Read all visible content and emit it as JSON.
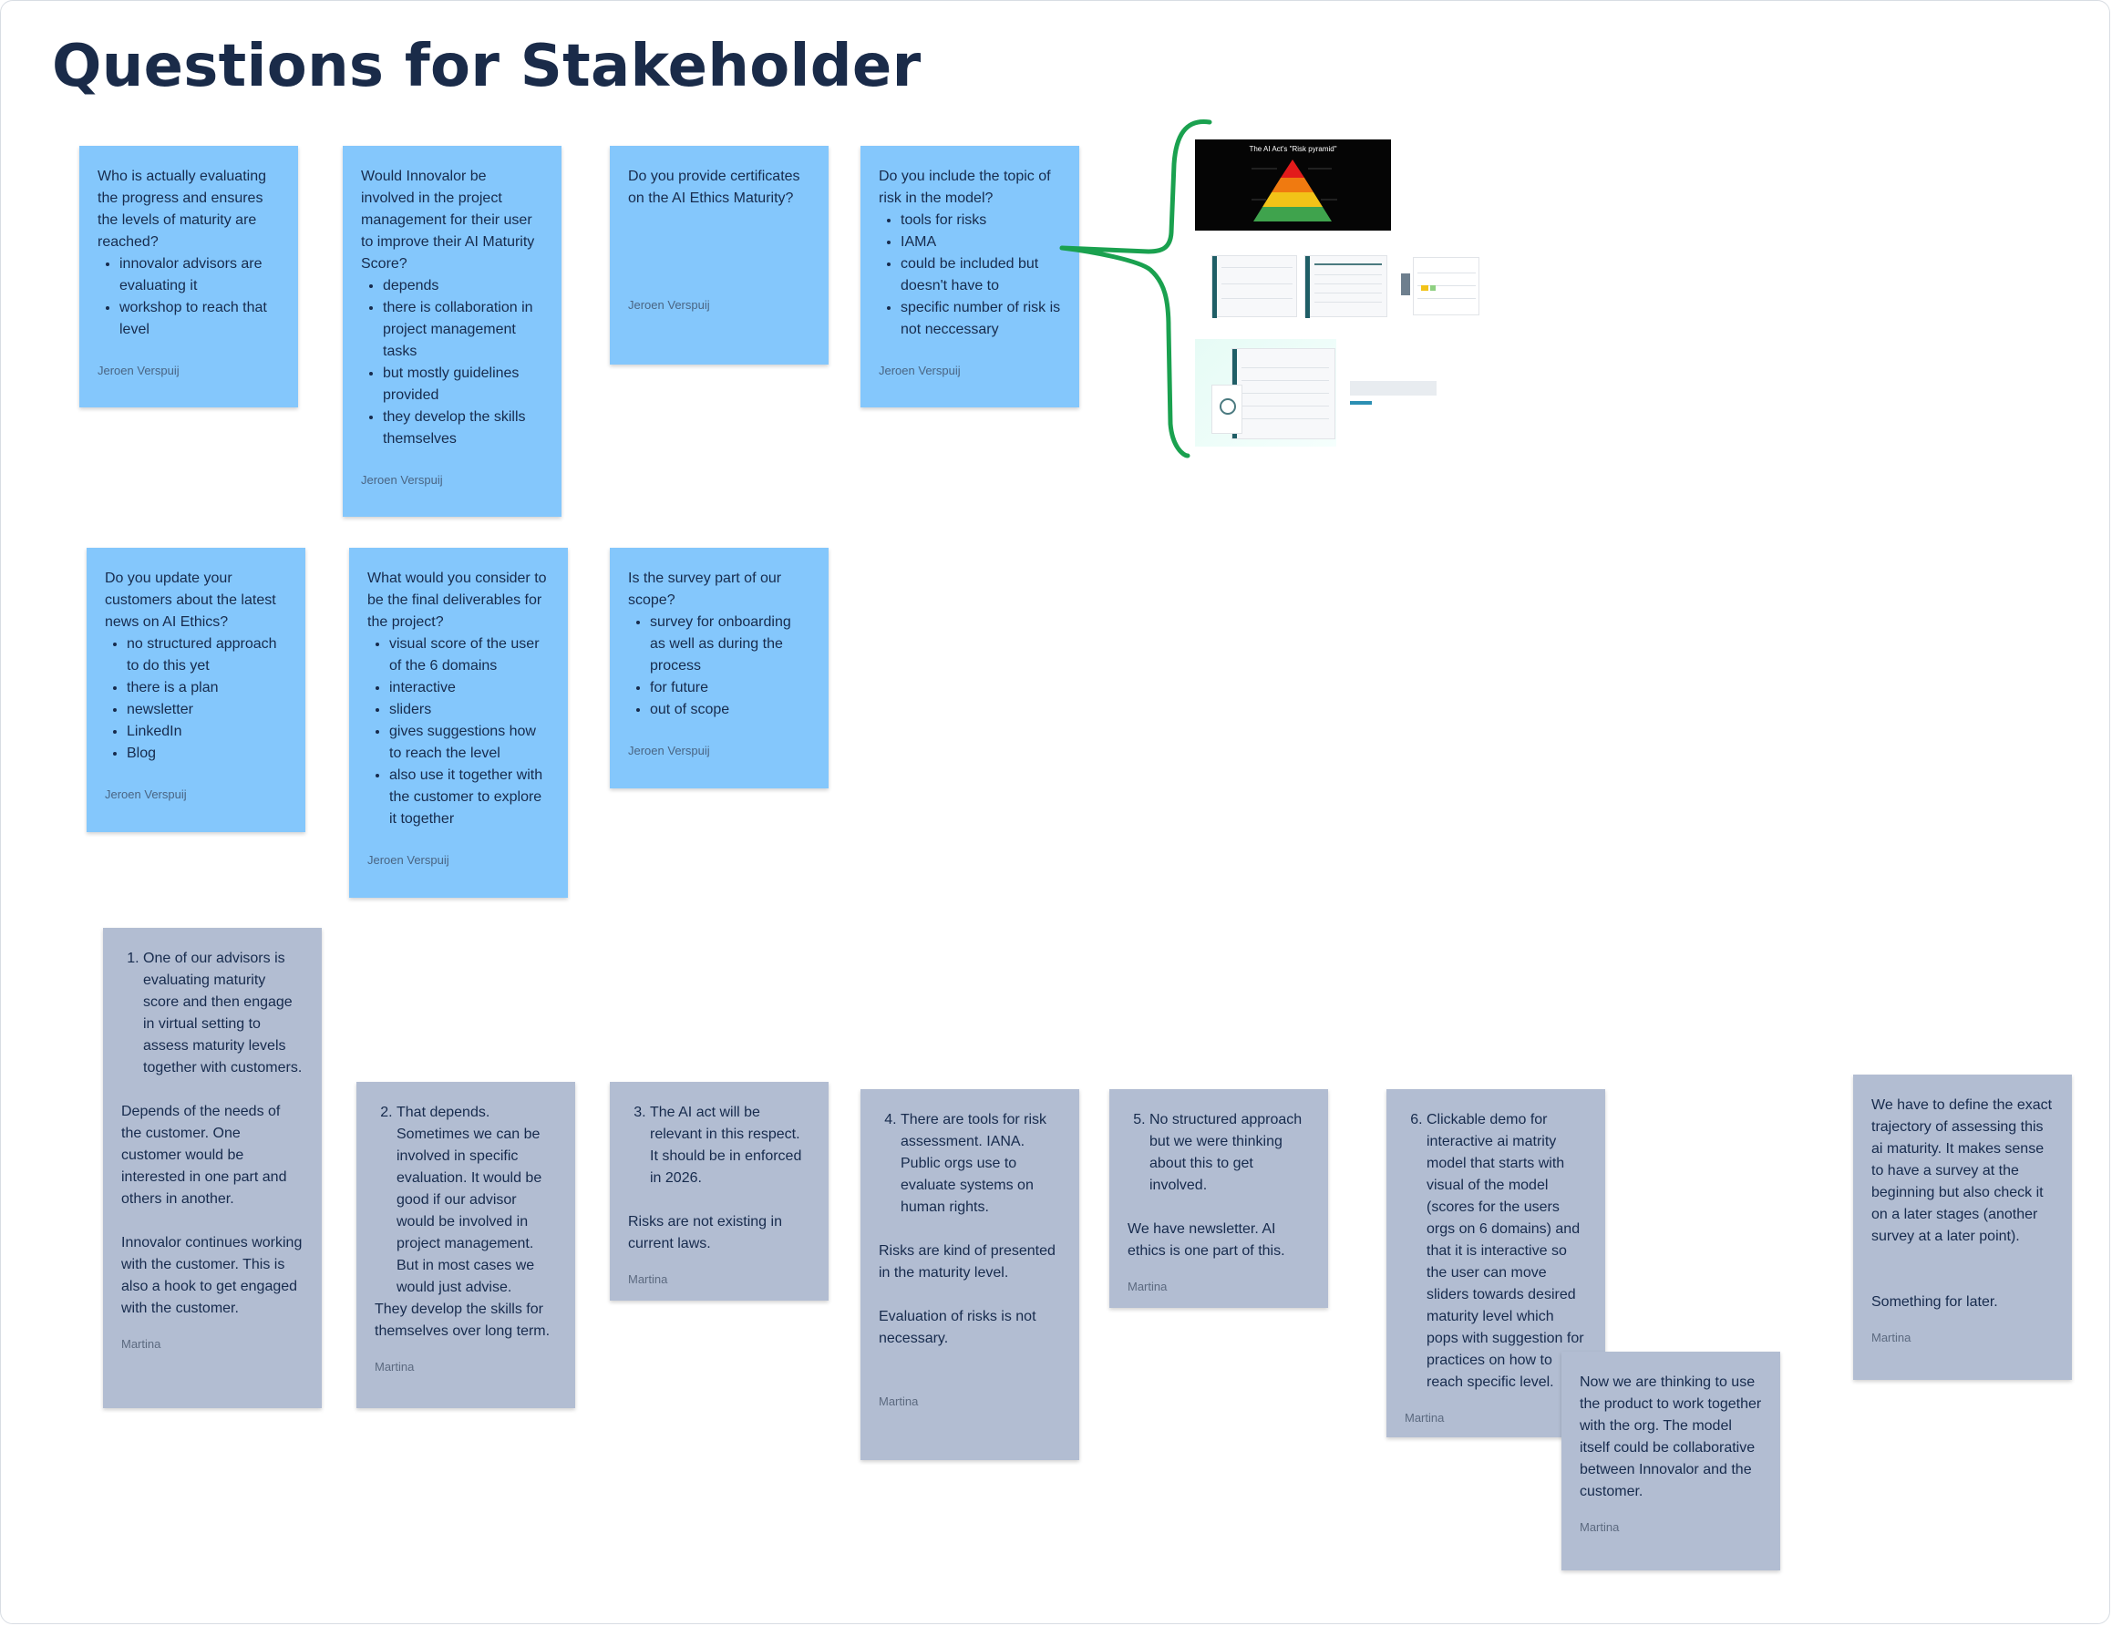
{
  "board": {
    "title": "Questions for Stakeholder"
  },
  "notes": {
    "n1": {
      "question": "Who is actually evaluating the progress and ensures the levels of maturity are reached?",
      "bullets": [
        "innovalor advisors are evaluating it",
        "workshop to reach that level"
      ],
      "author": "Jeroen Verspuij"
    },
    "n2": {
      "question": "Would Innovalor be involved in the project management for their user to improve their AI Maturity Score?",
      "bullets": [
        "depends",
        "there is collaboration in project management tasks",
        "but mostly guidelines provided",
        "they develop the skills themselves"
      ],
      "author": "Jeroen Verspuij"
    },
    "n3": {
      "question": "Do you provide certificates on the AI Ethics Maturity?",
      "author": "Jeroen Verspuij"
    },
    "n4": {
      "question": "Do you include the topic of risk in the model?",
      "bullets": [
        "tools for risks",
        "IAMA",
        "could be included but doesn't have to",
        "specific number of risk is not neccessary"
      ],
      "author": "Jeroen Verspuij"
    },
    "n5": {
      "question": "Do you update your customers about the latest news on AI Ethics?",
      "bullets": [
        "no structured approach to do this yet",
        "there is a plan",
        "newsletter",
        "LinkedIn",
        "Blog"
      ],
      "author": "Jeroen Verspuij"
    },
    "n6": {
      "question": "What would you consider to be the final deliverables for the project?",
      "bullets": [
        "visual score of the user of the 6 domains",
        "interactive",
        "sliders",
        "gives suggestions how to reach the level",
        "also use it together with the customer to explore it together"
      ],
      "author": "Jeroen Verspuij"
    },
    "n7": {
      "question": "Is the survey part of our scope?",
      "bullets": [
        "survey for onboarding as well as during the process",
        "for future",
        "out of scope"
      ],
      "author": "Jeroen Verspuij"
    },
    "a1": {
      "item": "One of our advisors is evaluating maturity score and then engage in virtual setting to assess maturity levels together with customers.",
      "paras": [
        "Depends of the needs of the customer. One customer would be interested in one part and others in another.",
        "Innovalor continues working with the customer. This is also a hook to get engaged with the customer."
      ],
      "author": "Martina"
    },
    "a2": {
      "item": "That depends. Sometimes we can be involved in specific evaluation. It would be good if our advisor would be involved in project management. But in most cases we would just advise.",
      "paras": [
        "They develop the skills for themselves over long term."
      ],
      "author": "Martina"
    },
    "a3": {
      "item": "The AI act will be relevant in this respect. It should be in enforced in 2026.",
      "paras": [
        "Risks are not existing in current laws."
      ],
      "author": "Martina"
    },
    "a4": {
      "item": "There are tools for risk assessment. IANA. Public orgs use to evaluate systems on human rights.",
      "paras": [
        "Risks are kind of presented in the maturity level.",
        "Evaluation of risks is not necessary."
      ],
      "author": "Martina"
    },
    "a5": {
      "item": "No structured approach but we were thinking about this to get involved.",
      "paras": [
        "We have newsletter. AI ethics is one part of this."
      ],
      "author": "Martina"
    },
    "a6": {
      "item": "Clickable demo for interactive ai matrity model that starts with visual of the model (scores for the users orgs on 6 domains) and that it is interactive so the user can move sliders towards desired maturity level which pops with suggestion for practices on how to reach specific level.",
      "author": "Martina"
    },
    "a7": {
      "paras": [
        "Now we are thinking to use the product to work together with the org. The model itself could be collaborative between Innovalor and the customer."
      ],
      "author": "Martina"
    },
    "a8": {
      "paras": [
        "We have to define the exact trajectory of assessing this ai maturity. It makes sense to have a survey at the beginning but also check it on a later stages (another survey at a later point).",
        "Something for later."
      ],
      "author": "Martina"
    }
  },
  "images": {
    "pyramid_title": "The AI Act's \"Risk pyramid\""
  },
  "colors": {
    "question_note": "#84c7fc",
    "answer_note": "#b2bdd2",
    "brace": "#1aa14f",
    "title": "#1a2b49"
  }
}
